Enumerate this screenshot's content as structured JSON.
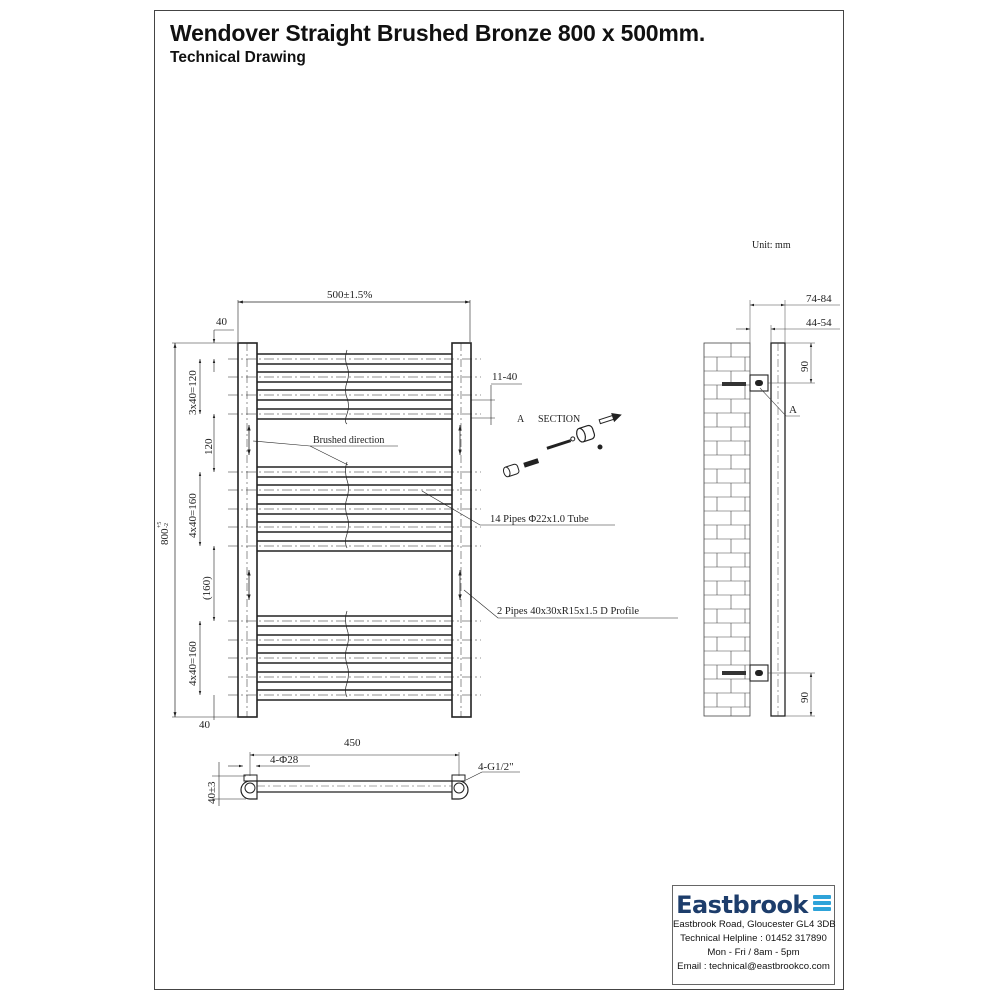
{
  "header": {
    "title": "Wendover Straight Brushed Bronze 800 x 500mm.",
    "subtitle": "Technical Drawing"
  },
  "unit_note": "Unit: mm",
  "front_view": {
    "width_dim": "500±1.5%",
    "top_offset_dim": "40",
    "bottom_offset_dim": "40",
    "height_dim": "800",
    "height_tolerance_upper": "+5",
    "height_tolerance_lower": "-2",
    "group1_spacing": "3x40=120",
    "gap1": "120",
    "group2_spacing": "4x40=160",
    "gap2": "(160)",
    "group3_spacing": "4x40=160",
    "bracket_range": "11-40",
    "brushed_label": "Brushed direction",
    "pipes_label": "14 Pipes Φ22x1.0 Tube",
    "profile_label": "2 Pipes 40x30xR15x1.5 D Profile"
  },
  "section": {
    "label_letter": "A",
    "label_text": "SECTION"
  },
  "side_view": {
    "depth_outer": "74-84",
    "depth_inner": "44-54",
    "top_bracket_dim": "90",
    "bottom_bracket_dim": "90",
    "bracket_callout": "A"
  },
  "bottom_view": {
    "centers_dim": "450",
    "pipe_dia": "4-Φ28",
    "thread": "4-G1/2\"",
    "depth_dim": "40±3"
  },
  "brand": {
    "name": "Eastbrook",
    "address": "Eastbrook Road, Gloucester GL4 3DB",
    "helpline": "Technical Helpline : 01452 317890",
    "hours": "Mon - Fri / 8am - 5pm",
    "email": "Email : technical@eastbrookco.com",
    "logo_color": "#2ea3d9",
    "text_color": "#1d3d6b"
  }
}
